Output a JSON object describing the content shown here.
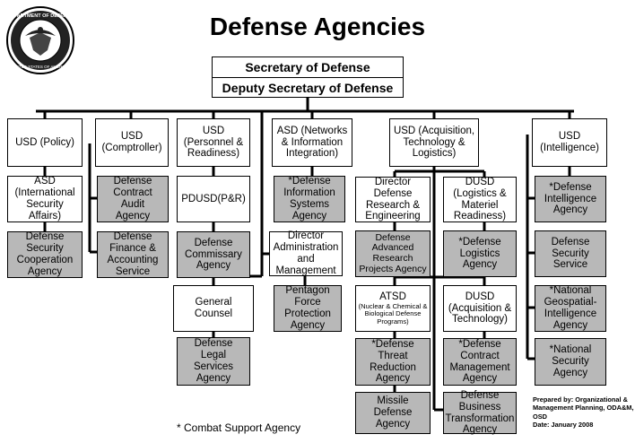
{
  "title": "Defense Agencies",
  "seal": {
    "outer_text": "DEPARTMENT OF DEFENSE",
    "inner_text": "UNITED STATES OF AMERICA"
  },
  "top": {
    "secdef": "Secretary of Defense",
    "depsecdef": "Deputy Secretary of Defense"
  },
  "nodes": {
    "usd_policy": "USD (Policy)",
    "asd_isa": "ASD\n(International\nSecurity\nAffairs)",
    "dsca": "Defense\nSecurity\nCooperation\nAgency",
    "usd_comptroller": "USD\n(Comptroller)",
    "dcaa": "Defense\nContract\nAudit\nAgency",
    "dfas": "Defense\nFinance &\nAccounting\nService",
    "usd_pr": "USD\n(Personnel &\nReadiness)",
    "pdusd": "PDUSD(P&R)",
    "deca": "Defense\nCommissary\nAgency",
    "general_counsel": "General\nCounsel",
    "dlsa": "Defense\nLegal\nServices\nAgency",
    "asd_nii": "ASD (Networks\n& Information\nIntegration)",
    "disa": "*Defense\nInformation\nSystems\nAgency",
    "da_m": "Director\nAdministration\nand\nManagement",
    "pfpa": "Pentagon\nForce\nProtection\nAgency",
    "usd_atl": "USD (Acquisition,\nTechnology &\nLogistics)",
    "ddre": "Director\nDefense\nResearch &\nEngineering",
    "darpa": "Defense\nAdvanced\nResearch\nProjects Agency",
    "atsd_title": "ATSD",
    "atsd_sub": "(Nuclear & Chemical &\nBiological Defense\nPrograms)",
    "dtra": "*Defense\nThreat\nReduction\nAgency",
    "mda": "Missile\nDefense\nAgency",
    "dusd_lmr": "DUSD\n(Logistics &\nMateriel\nReadiness)",
    "dla": "*Defense\nLogistics\nAgency",
    "dusd_at": "DUSD\n(Acquisition &\nTechnology)",
    "dcma": "*Defense\nContract\nManagement\nAgency",
    "btra": "Defense\nBusiness\nTransformation\nAgency",
    "usd_i": "USD\n(Intelligence)",
    "dia": "*Defense\nIntelligence\nAgency",
    "dss": "Defense\nSecurity\nService",
    "nga": "*National\nGeospatial-\nIntelligence\nAgency",
    "nsa": "*National\nSecurity\nAgency"
  },
  "footnote": "* Combat Support Agency",
  "prepared": {
    "line1": "Prepared by:  Organizational &",
    "line2": "Management Planning, ODA&M,",
    "line3": "OSD",
    "line4": "Date:  January 2008"
  }
}
